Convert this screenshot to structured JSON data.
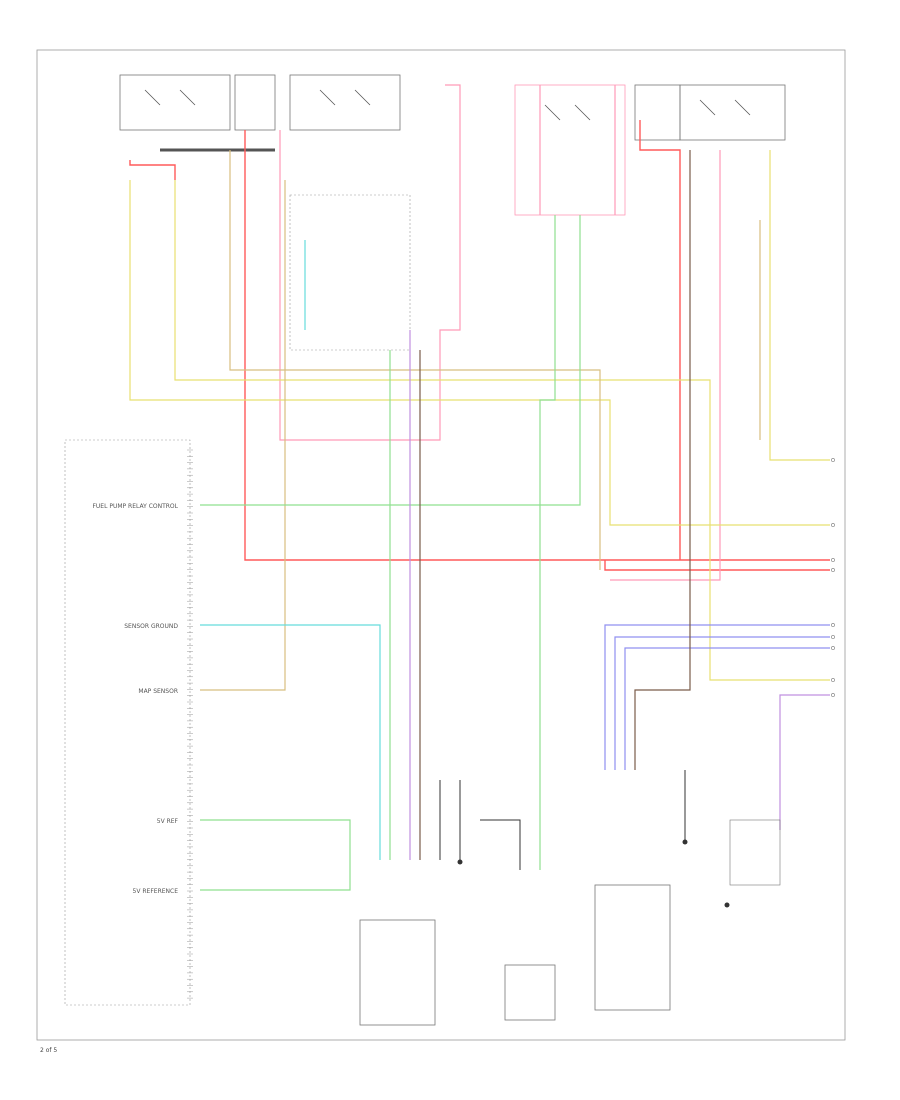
{
  "footer": {
    "code": "2 of 5"
  },
  "colors": {
    "red": "#ff5a5a",
    "pink": "#ff9ab8",
    "yellow": "#e8e070",
    "tan": "#d8bf80",
    "green": "#8fe08f",
    "cyan": "#66dcdc",
    "blue": "#9090f0",
    "purple": "#c090e0",
    "brown": "#7a5c4a",
    "black": "#333333"
  },
  "left_module_pins": [
    "FUEL PUMP RELAY CONTROL",
    "SENSOR GROUND",
    "MAP SENSOR",
    "5V REF",
    "5V REFERENCE"
  ]
}
